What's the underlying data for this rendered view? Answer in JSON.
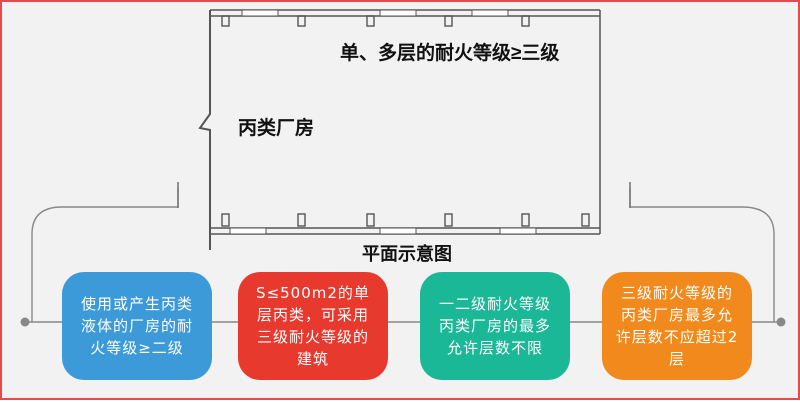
{
  "plan": {
    "grade_label": "单、多层的耐火等级≥三级",
    "building_label": "丙类厂房",
    "caption": "平面示意图"
  },
  "cards": [
    {
      "text": "使用或产生丙类液体的厂房的耐火等级≥二级",
      "color": "#3d9ad9"
    },
    {
      "text": "S≤500m2的单层丙类，可采用三级耐火等级的建筑",
      "color": "#e8392e"
    },
    {
      "text": "一二级耐火等级丙类厂房的最多允许层数不限",
      "color": "#1bb898"
    },
    {
      "text": "三级耐火等级的丙类厂房最多允许层数不应超过2层",
      "color": "#f2891c"
    }
  ],
  "colors": {
    "frame": "#e8494a",
    "background": "#f2f2f2",
    "connector": "#888888"
  }
}
